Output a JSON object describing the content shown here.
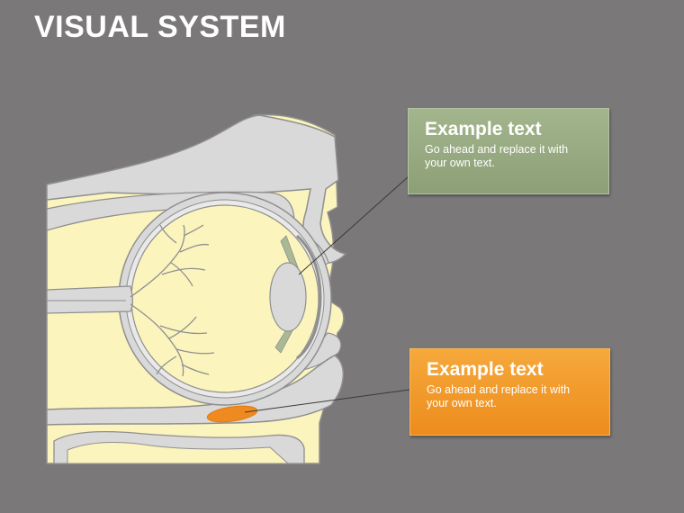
{
  "slide": {
    "title": "VISUAL SYSTEM"
  },
  "callouts": [
    {
      "heading": "Example text",
      "body": "Go ahead and replace it with your own text.",
      "color": "#9aac84"
    },
    {
      "heading": "Example text",
      "body": "Go ahead and replace it with your own text.",
      "color": "#f39a2a"
    }
  ],
  "colors": {
    "background": "#7b787a",
    "tissue": "#fbf4bd",
    "bone": "#d9d9d9",
    "outline": "#8f8f8f",
    "highlight": "#ee8a1f"
  }
}
